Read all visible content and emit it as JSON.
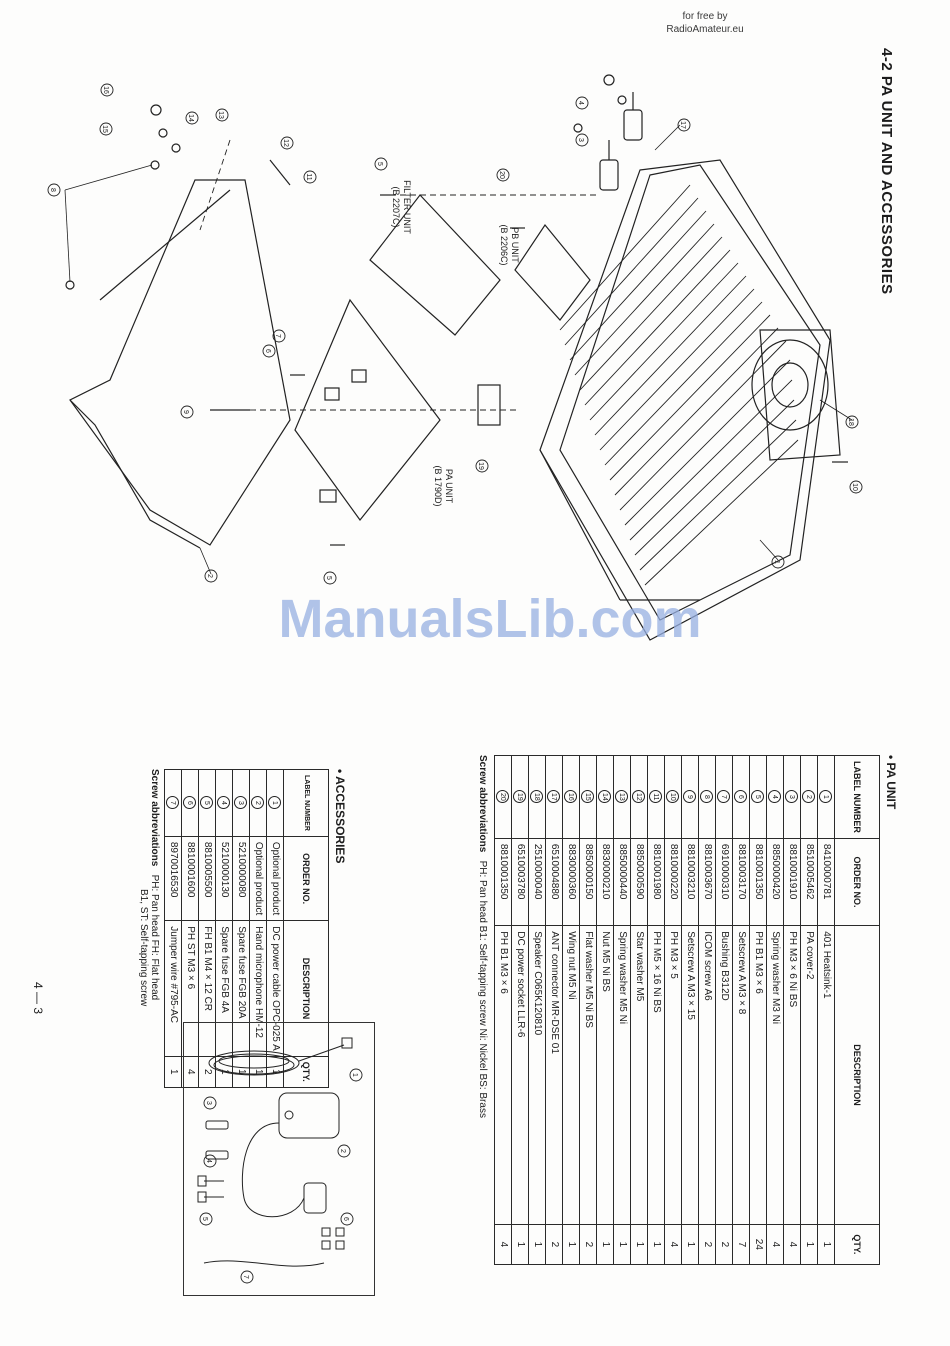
{
  "header": {
    "free_line1": "for free by",
    "free_line2": "RadioAmateur.eu",
    "watermark": "ManualsLib.com"
  },
  "title": "4-2 PA UNIT AND ACCESSORIES",
  "diagram_labels": {
    "filter_unit": "FILTER UNIT",
    "filter_unit_code": "(B 2207C)",
    "pb_unit": "PB UNIT",
    "pb_unit_code": "(B 2206C)",
    "pa_unit": "PA UNIT",
    "pa_unit_code": "(B 1790D)"
  },
  "callouts": [
    "1",
    "2",
    "3",
    "4",
    "5",
    "6",
    "7",
    "8",
    "9",
    "10",
    "11",
    "12",
    "13",
    "14",
    "15",
    "16",
    "17",
    "18",
    "19",
    "20"
  ],
  "pa_unit": {
    "heading": "• PA UNIT",
    "columns": [
      "LABEL NUMBER",
      "ORDER NO.",
      "DESCRIPTION",
      "QTY."
    ],
    "rows": [
      {
        "label": "1",
        "order": "8410000781",
        "desc": "401 Heatsink-1",
        "qty": "1"
      },
      {
        "label": "2",
        "order": "8510005462",
        "desc": "PA cover-2",
        "qty": "1"
      },
      {
        "label": "3",
        "order": "8810001910",
        "desc": "PH M3 × 6 Ni BS",
        "qty": "4"
      },
      {
        "label": "4",
        "order": "8850000420",
        "desc": "Spring washer M3 Ni",
        "qty": "4"
      },
      {
        "label": "5",
        "order": "8810001350",
        "desc": "PH B1 M3 × 6",
        "qty": "24"
      },
      {
        "label": "6",
        "order": "8810003170",
        "desc": "Setscrew A M3 × 8",
        "qty": "7"
      },
      {
        "label": "7",
        "order": "6910000310",
        "desc": "Bushing B312D",
        "qty": "2"
      },
      {
        "label": "8",
        "order": "8810003670",
        "desc": "ICOM screw A6",
        "qty": "2"
      },
      {
        "label": "9",
        "order": "8810003210",
        "desc": "Setscrew A M3 × 15",
        "qty": "1"
      },
      {
        "label": "10",
        "order": "8810000220",
        "desc": "PH M3 × 5",
        "qty": "4"
      },
      {
        "label": "11",
        "order": "8810001980",
        "desc": "PH M5 × 16 Ni BS",
        "qty": "1"
      },
      {
        "label": "12",
        "order": "8850000590",
        "desc": "Star washer M5",
        "qty": "1"
      },
      {
        "label": "13",
        "order": "8850000440",
        "desc": "Spring washer M5 Ni",
        "qty": "1"
      },
      {
        "label": "14",
        "order": "8830000210",
        "desc": "Nut M5 Ni BS",
        "qty": "1"
      },
      {
        "label": "15",
        "order": "8850000150",
        "desc": "Flat washer M5 Ni BS",
        "qty": "2"
      },
      {
        "label": "16",
        "order": "8830000360",
        "desc": "Wing nut M5 Ni",
        "qty": "1"
      },
      {
        "label": "17",
        "order": "6510004880",
        "desc": "ANT connector MR-DSE 01",
        "qty": "2"
      },
      {
        "label": "18",
        "order": "2510000040",
        "desc": "Speaker C065K120810",
        "qty": "1"
      },
      {
        "label": "19",
        "order": "6510003780",
        "desc": "DC power socket LLR-6",
        "qty": "1"
      },
      {
        "label": "20",
        "order": "8810001350",
        "desc": "PH B1 M3 × 6",
        "qty": "4"
      }
    ],
    "abbrev_title": "Screw abbreviations",
    "abbrev_text": "PH: Pan head    B1: Self-tapping screw    Ni: Nickel    BS: Brass"
  },
  "accessories": {
    "heading": "• ACCESSORIES",
    "columns": [
      "LABEL NUMBER",
      "ORDER NO.",
      "DESCRIPTION",
      "QTY."
    ],
    "rows": [
      {
        "label": "1",
        "order": "Optional product",
        "desc": "DC power cable OPC-025 A",
        "qty": "1"
      },
      {
        "label": "2",
        "order": "Optional product",
        "desc": "Hand microphone HM-12",
        "qty": "1"
      },
      {
        "label": "3",
        "order": "5210000080",
        "desc": "Spare fuse FGB 20A",
        "qty": "1"
      },
      {
        "label": "4",
        "order": "5210000130",
        "desc": "Spare fuse FGB 4A",
        "qty": "1"
      },
      {
        "label": "5",
        "order": "8810005500",
        "desc": "FH B1 M4 × 12 CR",
        "qty": "2"
      },
      {
        "label": "6",
        "order": "8810001600",
        "desc": "PH ST M3 × 6",
        "qty": "4"
      },
      {
        "label": "7",
        "order": "8970016530",
        "desc": "Jumper wire #795-AC",
        "qty": "1"
      }
    ],
    "abbrev_title": "Screw abbreviations",
    "abbrev_line1": "PH: Pan head    FH: Flat head",
    "abbrev_line2": "B1, ST: Self-tapping screw"
  },
  "page_number": "4 — 3"
}
